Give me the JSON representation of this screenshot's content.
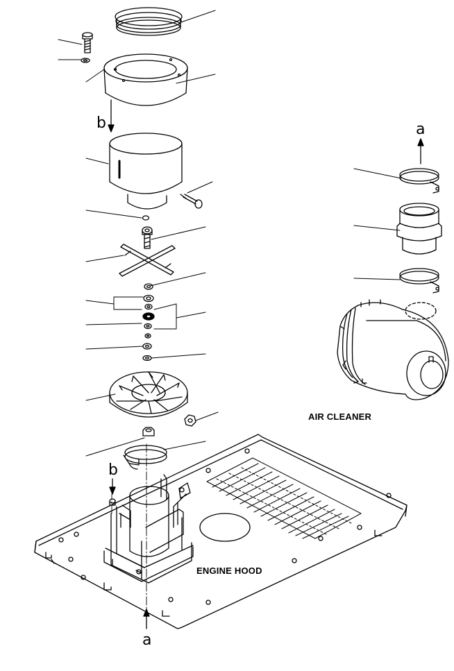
{
  "labels": {
    "air_cleaner": "AIR CLEANER",
    "engine_hood": "ENGINE HOOD"
  },
  "refs": {
    "b_top": "b",
    "a_top": "a",
    "b_bottom": "b",
    "a_bottom": "a"
  }
}
